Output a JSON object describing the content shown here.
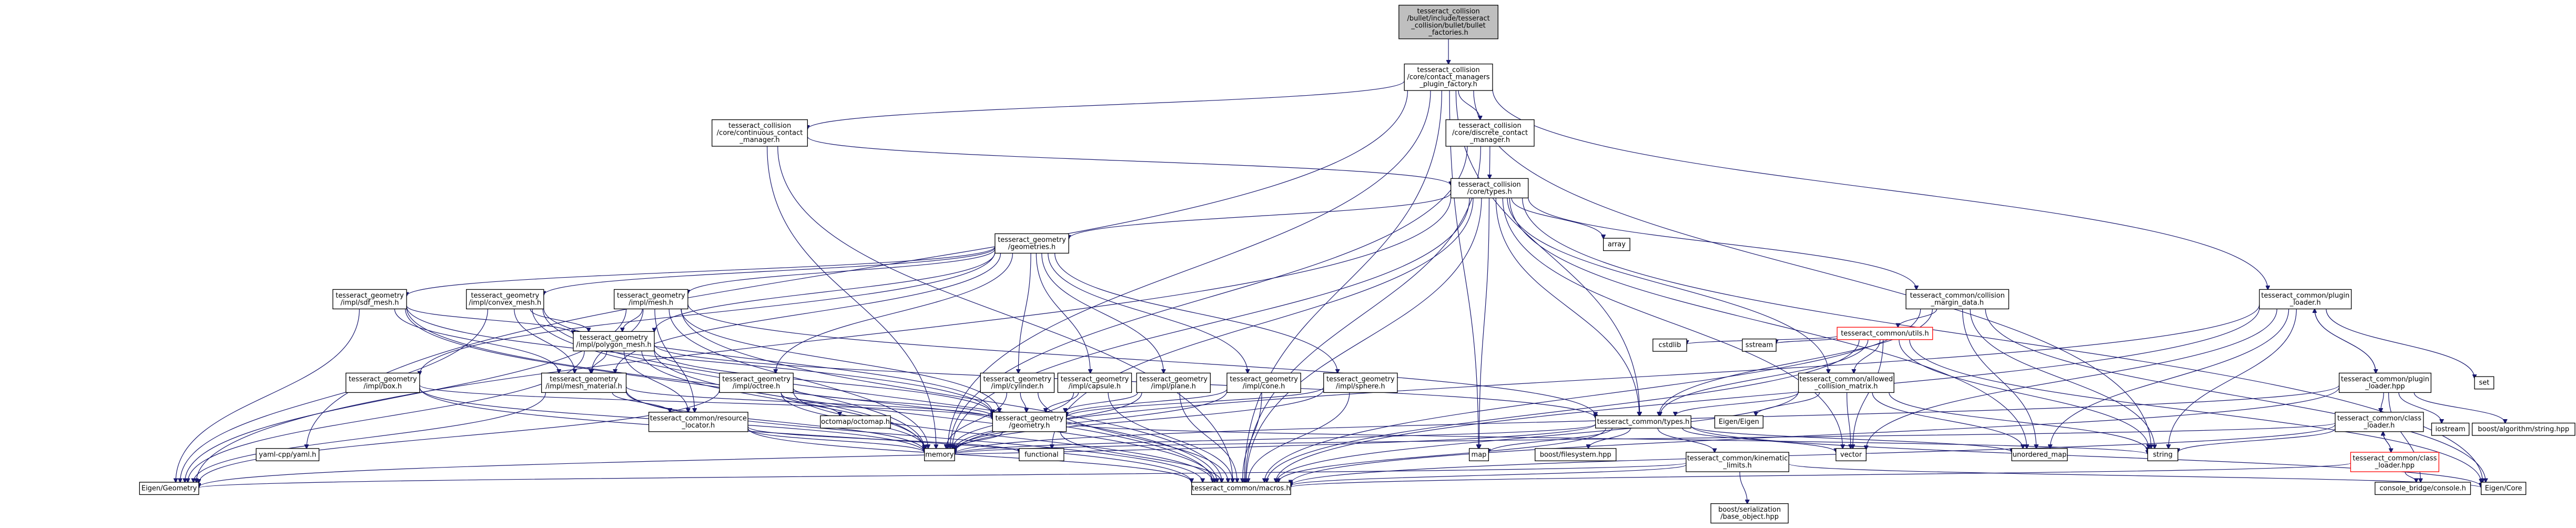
{
  "diagram": {
    "nodes": [
      {
        "id": "root",
        "lines": [
          "tesseract_collision",
          "/bullet/include/tesseract",
          "_collision/bullet/bullet",
          "_factories.h"
        ],
        "style": "gray"
      },
      {
        "id": "cmpf",
        "lines": [
          "tesseract_collision",
          "/core/contact_managers",
          "_plugin_factory.h"
        ]
      },
      {
        "id": "ccm",
        "lines": [
          "tesseract_collision",
          "/core/continuous_contact",
          "_manager.h"
        ]
      },
      {
        "id": "dcm",
        "lines": [
          "tesseract_collision",
          "/core/discrete_contact",
          "_manager.h"
        ]
      },
      {
        "id": "ctypes",
        "lines": [
          "tesseract_collision",
          "/core/types.h"
        ]
      },
      {
        "id": "geometries",
        "lines": [
          "tesseract_geometry",
          "/geometries.h"
        ]
      },
      {
        "id": "sdf",
        "lines": [
          "tesseract_geometry",
          "/impl/sdf_mesh.h"
        ]
      },
      {
        "id": "convex",
        "lines": [
          "tesseract_geometry",
          "/impl/convex_mesh.h"
        ]
      },
      {
        "id": "mesh",
        "lines": [
          "tesseract_geometry",
          "/impl/mesh.h"
        ]
      },
      {
        "id": "polymesh",
        "lines": [
          "tesseract_geometry",
          "/impl/polygon_mesh.h"
        ]
      },
      {
        "id": "meshmat",
        "lines": [
          "tesseract_geometry",
          "/impl/mesh_material.h"
        ]
      },
      {
        "id": "box",
        "lines": [
          "tesseract_geometry",
          "/impl/box.h"
        ]
      },
      {
        "id": "octree",
        "lines": [
          "tesseract_geometry",
          "/impl/octree.h"
        ]
      },
      {
        "id": "cylinder",
        "lines": [
          "tesseract_geometry",
          "/impl/cylinder.h"
        ]
      },
      {
        "id": "capsule",
        "lines": [
          "tesseract_geometry",
          "/impl/capsule.h"
        ]
      },
      {
        "id": "plane",
        "lines": [
          "tesseract_geometry",
          "/impl/plane.h"
        ]
      },
      {
        "id": "cone",
        "lines": [
          "tesseract_geometry",
          "/impl/cone.h"
        ]
      },
      {
        "id": "sphere",
        "lines": [
          "tesseract_geometry",
          "/impl/sphere.h"
        ]
      },
      {
        "id": "geometry",
        "lines": [
          "tesseract_geometry",
          "/geometry.h"
        ]
      },
      {
        "id": "resloc",
        "lines": [
          "tesseract_common/resource",
          "_locator.h"
        ]
      },
      {
        "id": "margin",
        "lines": [
          "tesseract_common/collision",
          "_margin_data.h"
        ]
      },
      {
        "id": "utils",
        "lines": [
          "tesseract_common/utils.h"
        ],
        "style": "red"
      },
      {
        "id": "acm",
        "lines": [
          "tesseract_common/allowed",
          "_collision_matrix.h"
        ]
      },
      {
        "id": "ctypes2",
        "lines": [
          "tesseract_common/types.h"
        ]
      },
      {
        "id": "kin",
        "lines": [
          "tesseract_common/kinematic",
          "_limits.h"
        ]
      },
      {
        "id": "ploader",
        "lines": [
          "tesseract_common/plugin",
          "_loader.h"
        ]
      },
      {
        "id": "ploaderhpp",
        "lines": [
          "tesseract_common/plugin",
          "_loader.hpp"
        ]
      },
      {
        "id": "classloader",
        "lines": [
          "tesseract_common/class",
          "_loader.h"
        ]
      },
      {
        "id": "classloaderhpp",
        "lines": [
          "tesseract_common/class",
          "_loader.hpp"
        ],
        "style": "red"
      },
      {
        "id": "macros",
        "lines": [
          "tesseract_common/macros.h"
        ]
      },
      {
        "id": "yamlcpp",
        "lines": [
          "yaml-cpp/yaml.h"
        ]
      },
      {
        "id": "eigengeo",
        "lines": [
          "Eigen/Geometry"
        ]
      },
      {
        "id": "memory",
        "lines": [
          "memory"
        ]
      },
      {
        "id": "functional",
        "lines": [
          "functional"
        ]
      },
      {
        "id": "map",
        "lines": [
          "map"
        ]
      },
      {
        "id": "bfs",
        "lines": [
          "boost/filesystem.hpp"
        ]
      },
      {
        "id": "vector",
        "lines": [
          "vector"
        ]
      },
      {
        "id": "umap",
        "lines": [
          "unordered_map"
        ]
      },
      {
        "id": "string",
        "lines": [
          "string"
        ]
      },
      {
        "id": "eigencore",
        "lines": [
          "Eigen/Core"
        ]
      },
      {
        "id": "array",
        "lines": [
          "array"
        ]
      },
      {
        "id": "octomap",
        "lines": [
          "octomap/octomap.h"
        ]
      },
      {
        "id": "cstdlib",
        "lines": [
          "cstdlib"
        ]
      },
      {
        "id": "sstream",
        "lines": [
          "sstream"
        ]
      },
      {
        "id": "eigeneig",
        "lines": [
          "Eigen/Eigen"
        ]
      },
      {
        "id": "bser",
        "lines": [
          "boost/serialization",
          "/base_object.hpp"
        ]
      },
      {
        "id": "set",
        "lines": [
          "set"
        ]
      },
      {
        "id": "iostream",
        "lines": [
          "iostream"
        ]
      },
      {
        "id": "balgo",
        "lines": [
          "boost/algorithm/string.hpp"
        ]
      },
      {
        "id": "console",
        "lines": [
          "console_bridge/console.h"
        ]
      }
    ],
    "edges": [
      [
        "root",
        "cmpf"
      ],
      [
        "cmpf",
        "ccm"
      ],
      [
        "cmpf",
        "dcm"
      ],
      [
        "cmpf",
        "ploader"
      ],
      [
        "cmpf",
        "ctypes2"
      ],
      [
        "cmpf",
        "yamlcpp"
      ],
      [
        "cmpf",
        "memory"
      ],
      [
        "cmpf",
        "map"
      ],
      [
        "cmpf",
        "string"
      ],
      [
        "cmpf",
        "macros"
      ],
      [
        "ccm",
        "ctypes"
      ],
      [
        "ccm",
        "memory"
      ],
      [
        "ccm",
        "macros"
      ],
      [
        "dcm",
        "ctypes"
      ],
      [
        "dcm",
        "memory"
      ],
      [
        "dcm",
        "macros"
      ],
      [
        "ctypes",
        "geometries"
      ],
      [
        "ctypes",
        "margin"
      ],
      [
        "ctypes",
        "acm"
      ],
      [
        "ctypes",
        "ctypes2"
      ],
      [
        "ctypes",
        "eigengeo"
      ],
      [
        "ctypes",
        "vector"
      ],
      [
        "ctypes",
        "memory"
      ],
      [
        "ctypes",
        "map"
      ],
      [
        "ctypes",
        "array"
      ],
      [
        "ctypes",
        "umap"
      ],
      [
        "ctypes",
        "functional"
      ],
      [
        "ctypes",
        "macros"
      ],
      [
        "ctypes",
        "eigencore"
      ],
      [
        "geometries",
        "sdf"
      ],
      [
        "geometries",
        "convex"
      ],
      [
        "geometries",
        "mesh"
      ],
      [
        "geometries",
        "polymesh"
      ],
      [
        "geometries",
        "box"
      ],
      [
        "geometries",
        "octree"
      ],
      [
        "geometries",
        "cylinder"
      ],
      [
        "geometries",
        "capsule"
      ],
      [
        "geometries",
        "plane"
      ],
      [
        "geometries",
        "cone"
      ],
      [
        "geometries",
        "sphere"
      ],
      [
        "geometries",
        "meshmat"
      ],
      [
        "sdf",
        "polymesh"
      ],
      [
        "sdf",
        "meshmat"
      ],
      [
        "sdf",
        "geometry"
      ],
      [
        "sdf",
        "eigengeo"
      ],
      [
        "sdf",
        "memory"
      ],
      [
        "sdf",
        "macros"
      ],
      [
        "convex",
        "polymesh"
      ],
      [
        "convex",
        "meshmat"
      ],
      [
        "convex",
        "geometry"
      ],
      [
        "convex",
        "eigengeo"
      ],
      [
        "convex",
        "memory"
      ],
      [
        "convex",
        "macros"
      ],
      [
        "mesh",
        "polymesh"
      ],
      [
        "mesh",
        "meshmat"
      ],
      [
        "mesh",
        "resloc"
      ],
      [
        "mesh",
        "geometry"
      ],
      [
        "mesh",
        "ctypes2"
      ],
      [
        "mesh",
        "eigengeo"
      ],
      [
        "mesh",
        "memory"
      ],
      [
        "mesh",
        "macros"
      ],
      [
        "polymesh",
        "meshmat"
      ],
      [
        "polymesh",
        "resloc"
      ],
      [
        "polymesh",
        "geometry"
      ],
      [
        "polymesh",
        "ctypes2"
      ],
      [
        "polymesh",
        "eigengeo"
      ],
      [
        "polymesh",
        "memory"
      ],
      [
        "polymesh",
        "macros"
      ],
      [
        "meshmat",
        "resloc"
      ],
      [
        "meshmat",
        "geometry"
      ],
      [
        "meshmat",
        "eigengeo"
      ],
      [
        "meshmat",
        "memory"
      ],
      [
        "meshmat",
        "macros"
      ],
      [
        "box",
        "geometry"
      ],
      [
        "box",
        "memory"
      ],
      [
        "box",
        "macros"
      ],
      [
        "octree",
        "geometry"
      ],
      [
        "octree",
        "octomap"
      ],
      [
        "octree",
        "memory"
      ],
      [
        "octree",
        "eigengeo"
      ],
      [
        "octree",
        "macros"
      ],
      [
        "cylinder",
        "geometry"
      ],
      [
        "cylinder",
        "memory"
      ],
      [
        "cylinder",
        "macros"
      ],
      [
        "capsule",
        "geometry"
      ],
      [
        "capsule",
        "memory"
      ],
      [
        "capsule",
        "macros"
      ],
      [
        "plane",
        "geometry"
      ],
      [
        "plane",
        "memory"
      ],
      [
        "plane",
        "macros"
      ],
      [
        "cone",
        "geometry"
      ],
      [
        "cone",
        "memory"
      ],
      [
        "cone",
        "macros"
      ],
      [
        "sphere",
        "geometry"
      ],
      [
        "sphere",
        "memory"
      ],
      [
        "sphere",
        "macros"
      ],
      [
        "geometry",
        "memory"
      ],
      [
        "geometry",
        "macros"
      ],
      [
        "geometry",
        "string"
      ],
      [
        "resloc",
        "memory"
      ],
      [
        "resloc",
        "functional"
      ],
      [
        "resloc",
        "macros"
      ],
      [
        "margin",
        "ctypes2"
      ],
      [
        "margin",
        "utils"
      ],
      [
        "margin",
        "umap"
      ],
      [
        "margin",
        "string"
      ],
      [
        "margin",
        "macros"
      ],
      [
        "margin",
        "eigencore"
      ],
      [
        "utils",
        "ctypes2"
      ],
      [
        "utils",
        "acm"
      ],
      [
        "utils",
        "cstdlib"
      ],
      [
        "utils",
        "sstream"
      ],
      [
        "utils",
        "vector"
      ],
      [
        "utils",
        "string"
      ],
      [
        "utils",
        "eigencore"
      ],
      [
        "utils",
        "macros"
      ],
      [
        "acm",
        "ctypes2"
      ],
      [
        "acm",
        "eigeneig"
      ],
      [
        "acm",
        "vector"
      ],
      [
        "acm",
        "umap"
      ],
      [
        "acm",
        "string"
      ],
      [
        "acm",
        "macros"
      ],
      [
        "ctypes2",
        "kin"
      ],
      [
        "ctypes2",
        "bfs"
      ],
      [
        "ctypes2",
        "vector"
      ],
      [
        "ctypes2",
        "umap"
      ],
      [
        "ctypes2",
        "eigengeo"
      ],
      [
        "ctypes2",
        "eigencore"
      ],
      [
        "ctypes2",
        "macros"
      ],
      [
        "ctypes2",
        "memory"
      ],
      [
        "ctypes2",
        "map"
      ],
      [
        "kin",
        "bser"
      ],
      [
        "kin",
        "eigengeo"
      ],
      [
        "kin",
        "eigencore"
      ],
      [
        "kin",
        "macros"
      ],
      [
        "ploader",
        "ploaderhpp"
      ],
      [
        "ploader",
        "set"
      ],
      [
        "ploader",
        "string"
      ],
      [
        "ploader",
        "vector"
      ],
      [
        "ploader",
        "memory"
      ],
      [
        "ploader",
        "umap"
      ],
      [
        "ploader",
        "macros"
      ],
      [
        "ploaderhpp",
        "ploader"
      ],
      [
        "ploaderhpp",
        "classloader"
      ],
      [
        "ploaderhpp",
        "iostream"
      ],
      [
        "ploaderhpp",
        "balgo"
      ],
      [
        "ploaderhpp",
        "console"
      ],
      [
        "ploaderhpp",
        "memory"
      ],
      [
        "ploaderhpp",
        "macros"
      ],
      [
        "classloader",
        "classloaderhpp"
      ],
      [
        "classloader",
        "string"
      ],
      [
        "classloader",
        "memory"
      ],
      [
        "classloader",
        "macros"
      ],
      [
        "classloaderhpp",
        "classloader"
      ],
      [
        "classloaderhpp",
        "console"
      ],
      [
        "classloaderhpp",
        "macros"
      ]
    ]
  }
}
